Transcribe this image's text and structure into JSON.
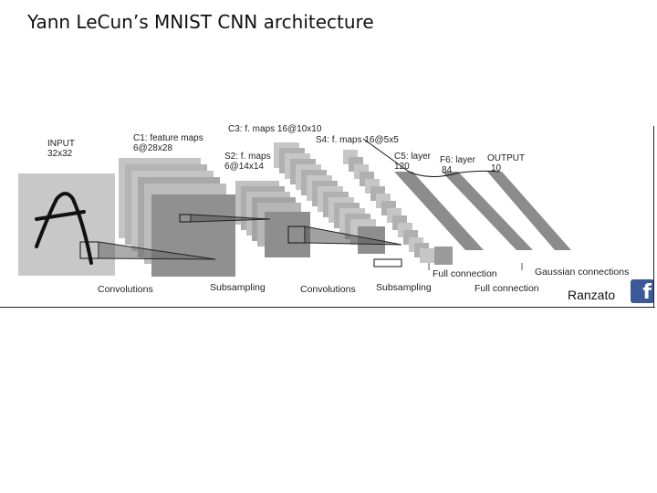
{
  "slide": {
    "title": "Yann LeCun’s MNIST CNN architecture"
  },
  "diagram": {
    "input_label": "INPUT",
    "input_size": "32x32",
    "input_char": "A",
    "c1_label": "C1: feature maps",
    "c1_size": "6@28x28",
    "s2_label": "S2: f. maps",
    "s2_size": "6@14x14",
    "c3_label": "C3: f. maps 16@10x10",
    "s4_label": "S4: f. maps 16@5x5",
    "c5_label": "C5: layer",
    "c5_size": "120",
    "f6_label": "F6: layer",
    "f6_size": "84",
    "output_label": "OUTPUT",
    "output_size": "10",
    "op_convolutions_1": "Convolutions",
    "op_subsampling_1": "Subsampling",
    "op_convolutions_2": "Convolutions",
    "op_subsampling_2": "Subsampling",
    "op_full_connection_1": "Full connection",
    "op_full_connection_2": "Full connection",
    "op_gaussian": "Gaussian connections",
    "credit": "Ranzato",
    "social_icon": "facebook-icon",
    "colors": {
      "input_bg": "#c8c8c8",
      "map_light": "#bdbdbd",
      "map_mid": "#9e9e9e",
      "map_dark": "#8a8a8a",
      "layer_band": "#8c8c8c",
      "facebook": "#3b5998"
    }
  }
}
